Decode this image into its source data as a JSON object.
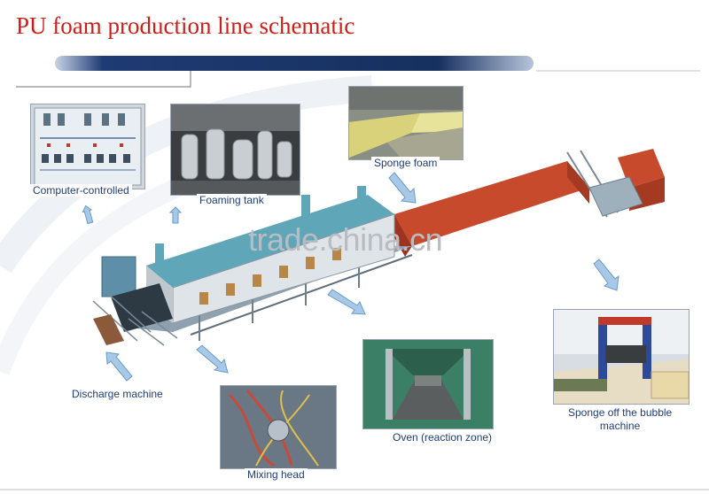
{
  "title": "PU foam production line schematic",
  "watermark": "trade.china.cn",
  "labels": {
    "computer": "Computer-controlled",
    "foaming_tank": "Foaming tank",
    "sponge_foam": "Sponge foam",
    "discharge": "Discharge machine",
    "mixing_head": "Mixing head",
    "oven": "Oven (reaction zone)",
    "bubble_line1": "Sponge off the bubble",
    "bubble_line2": "machine"
  },
  "colors": {
    "title_red": "#cc1f1a",
    "caption_blue": "#1f3d7a",
    "foam_orange": "#c84a2c",
    "arrow_blue": "#a8c8e8"
  }
}
